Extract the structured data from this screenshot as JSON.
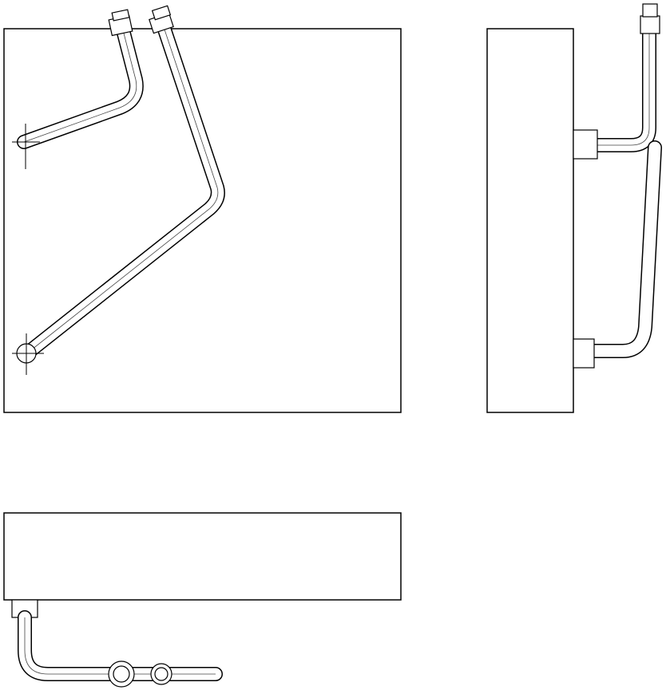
{
  "drawing": {
    "line_color": "#000000",
    "background_color": "#ffffff",
    "views": [
      "front-view",
      "side-view",
      "bottom-view"
    ]
  }
}
